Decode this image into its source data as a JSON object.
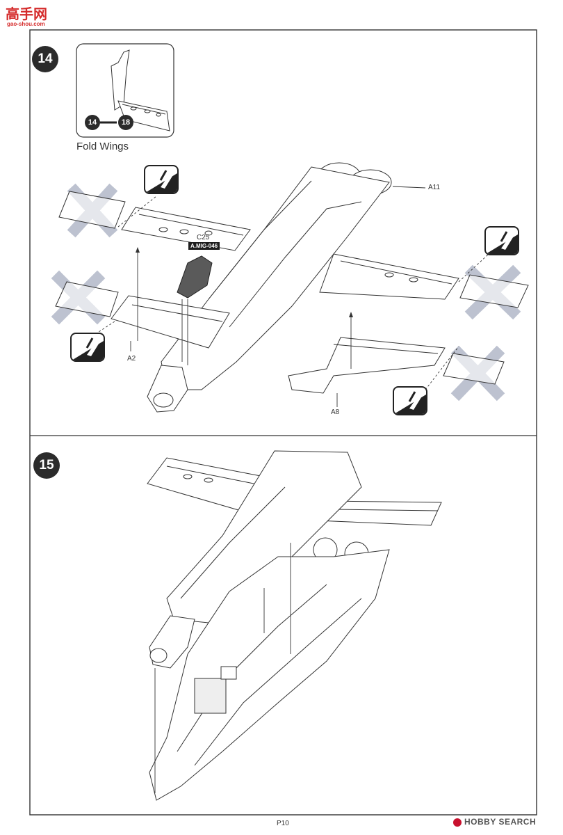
{
  "watermark": {
    "site_cn": "高手网",
    "site_url": "gao-shou.com"
  },
  "step14": {
    "number": "14",
    "inset": {
      "from": "14",
      "to": "18",
      "caption": "Fold Wings"
    },
    "parts": {
      "a11": "A11",
      "c25": "C25",
      "a2": "A2",
      "a8": "A8"
    },
    "paint": "A.MIG-046"
  },
  "step15": {
    "number": "15"
  },
  "footer": {
    "page": "P10",
    "brand": "HOBBY SEARCH"
  },
  "colors": {
    "ink": "#222222",
    "remove_x": "#b6bccb",
    "paint_part": "#5a5a5a",
    "brand_red": "#c8102e"
  }
}
